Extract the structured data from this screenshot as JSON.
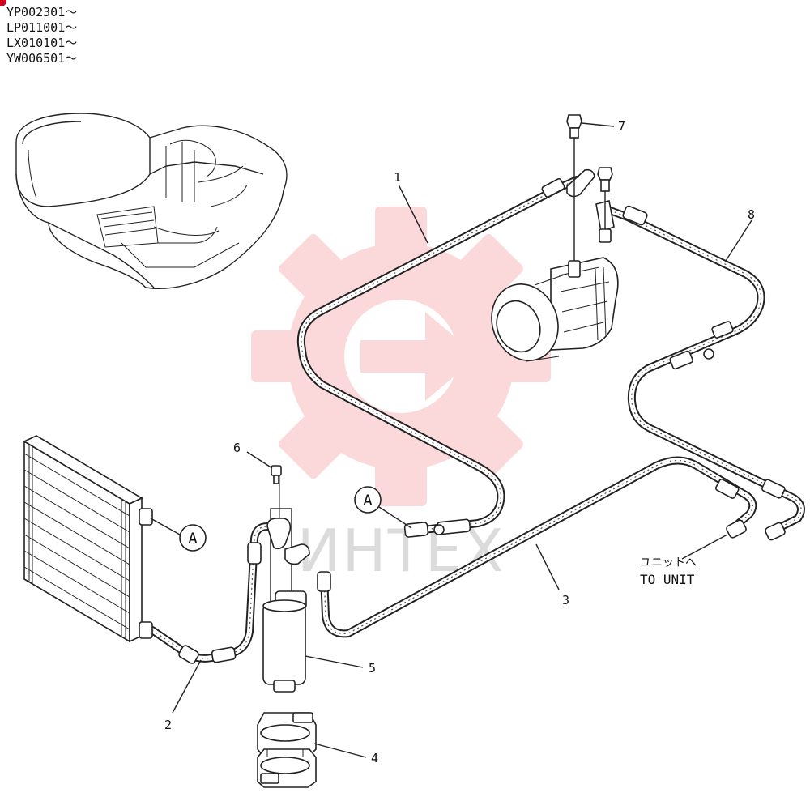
{
  "serial_numbers": [
    "YP002301～",
    "LP011001～",
    "LX010101～",
    "YW006501～"
  ],
  "watermark": {
    "text": "ИНТЕХ",
    "color": "#e8202a"
  },
  "reference_marker": "A",
  "part_labels": {
    "p1": "1",
    "p2": "2",
    "p3": "3",
    "p4": "4",
    "p5": "5",
    "p6": "6",
    "p7": "7",
    "p8": "8"
  },
  "unit_note": {
    "jp": "ユニットへ",
    "en": "TO UNIT"
  }
}
